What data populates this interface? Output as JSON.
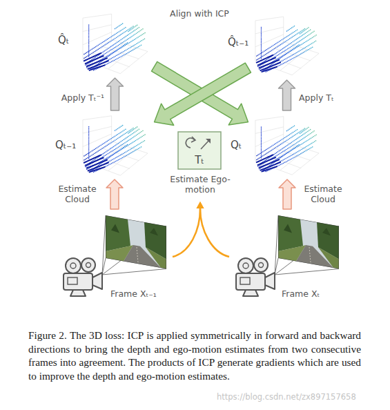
{
  "diagram": {
    "caption": "Figure 2. The 3D loss: ICP is applied symmetrically in forward and backward directions to bring the depth and ego-motion estimates from two consecutive frames into agreement. The products of ICP generate gradients which are used to improve the depth and ego-motion estimates.",
    "nodes": [
      {
        "text": [
          "Q̂ₜ"
        ]
      },
      {
        "text": [
          "Q̂ₜ₋₁"
        ]
      },
      {
        "text": [
          "Qₜ₋₁"
        ]
      },
      {
        "text": [
          "Qₜ"
        ]
      },
      {
        "text": [
          "Tₜ",
          "Estimate Ego-motion"
        ]
      },
      {
        "text": [
          "Frame Xₜ₋₁"
        ]
      },
      {
        "text": [
          "Frame Xₜ"
        ]
      }
    ],
    "edges": [
      {
        "from": 0,
        "to": 3,
        "label": "Align with ICP",
        "arrow": "to"
      },
      {
        "from": 1,
        "to": 2,
        "arrow": "to"
      },
      {
        "from": 2,
        "to": 0,
        "label": "Apply Tₜ⁻¹",
        "arrow": "to"
      },
      {
        "from": 3,
        "to": 1,
        "label": "Apply Tₜ",
        "arrow": "to"
      },
      {
        "from": 5,
        "to": 2,
        "label": "Estimate Cloud",
        "arrow": "to"
      },
      {
        "from": 6,
        "to": 3,
        "label": "Estimate Cloud",
        "arrow": "to"
      },
      {
        "from": 5,
        "to": 4,
        "arrow": "to"
      },
      {
        "from": 6,
        "to": 4,
        "arrow": "to"
      }
    ],
    "labels": [
      "https://blog.csdn.net/zx897157658"
    ]
  }
}
